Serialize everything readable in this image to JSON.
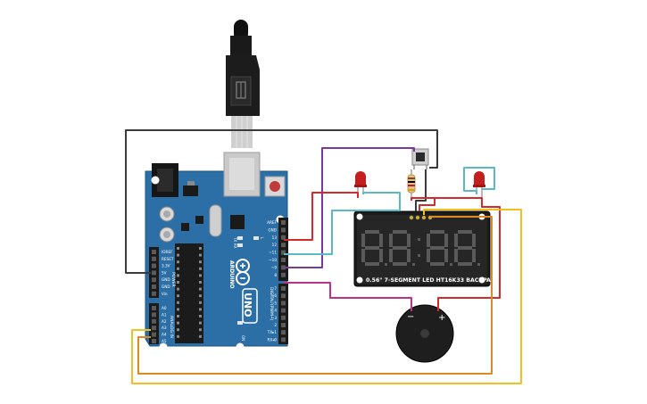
{
  "arduino": {
    "brand": "ARDUINO",
    "model": "UNO",
    "power_header": "POWER",
    "analog_header": "ANALOG IN",
    "digital_header": "DIGITAL (PWM~)",
    "power_pins": [
      "IOREF",
      "RESET",
      "3.3V",
      "5V",
      "GND",
      "GND",
      "Vin"
    ],
    "analog_pins": [
      "A0",
      "A1",
      "A2",
      "A3",
      "A4",
      "A5"
    ],
    "digital_top": [
      "AREF",
      "GND",
      "13",
      "12",
      "~11",
      "~10",
      "~9",
      "8"
    ],
    "digital_bottom": [
      "7",
      "~6",
      "~5",
      "4",
      "~3",
      "2",
      "TX▸1",
      "RX◂0"
    ],
    "on_label": "ON",
    "tx_label": "TX",
    "rx_label": "RX",
    "l_label": "L"
  },
  "display": {
    "label": "0.56\" 7-SEGMENT LED HT16K33 BACKPACK",
    "digits": 4
  },
  "buzzer": {
    "minus": "−",
    "plus": "+"
  },
  "colors": {
    "board": "#2c6fa6",
    "wire_dark": "#3a3a3a",
    "wire_purple": "#7a3a9a",
    "wire_cyan": "#5bb8c8",
    "wire_red": "#d42a2a",
    "wire_orange": "#e08a1e",
    "wire_yellow": "#f0c020",
    "wire_magenta": "#c0308a",
    "led_red": "#c41e1e"
  }
}
